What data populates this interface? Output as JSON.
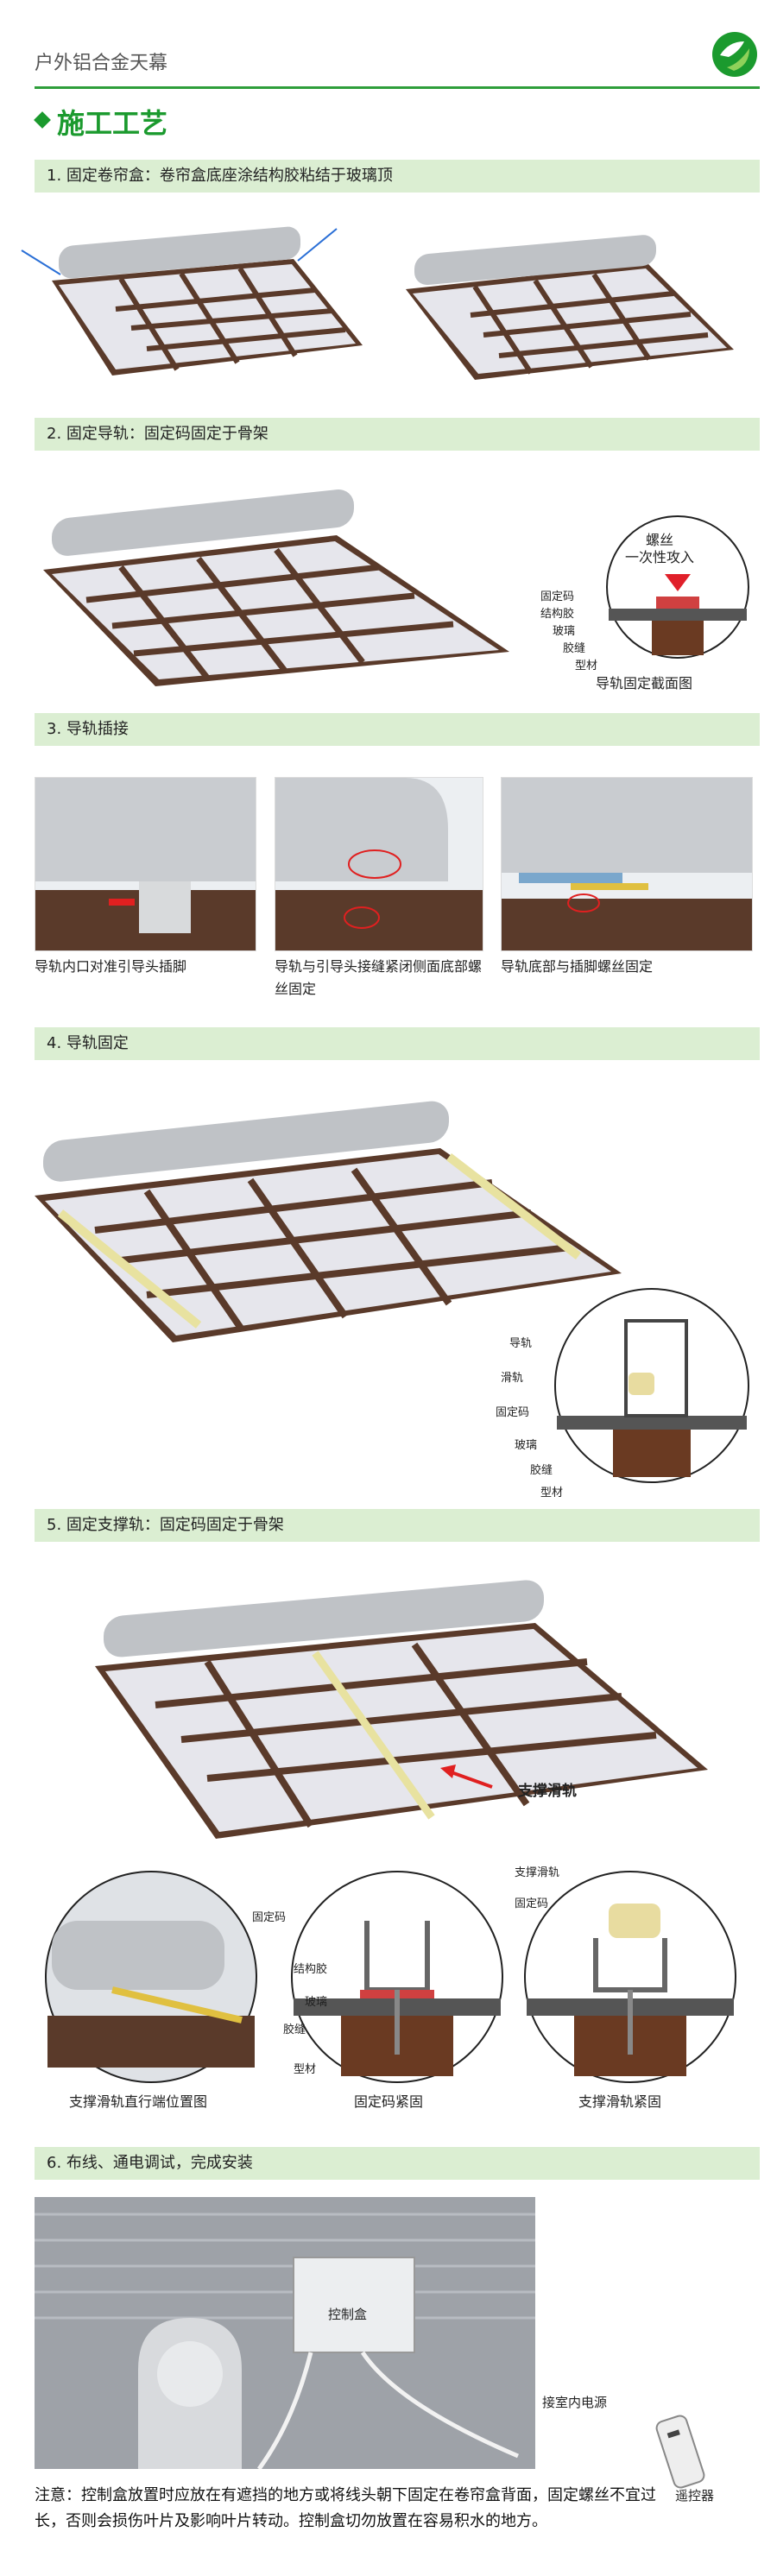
{
  "header": {
    "title": "户外铝合金天幕",
    "section_title": "施工工艺",
    "brand_color": "#1b9a2e",
    "logo_icon": "green-leaf-logo"
  },
  "steps": [
    {
      "label": "1. 固定卷帘盒：卷帘盒底座涂结构胶粘结于玻璃顶"
    },
    {
      "label": "2. 固定导轨：固定码固定于骨架"
    },
    {
      "label": "3. 导轨插接"
    },
    {
      "label": "4. 导轨固定"
    },
    {
      "label": "5. 固定支撑轨：固定码固定于骨架"
    },
    {
      "label": "6. 布线、通电调试，完成安装"
    }
  ],
  "step2": {
    "callout_top": "螺丝",
    "callout_sub": "一次性攻入",
    "labels": [
      "固定码",
      "结构胶",
      "玻璃",
      "胶缝",
      "型材"
    ],
    "caption": "导轨固定截面图"
  },
  "step3": {
    "captions": [
      "导轨内口对准引导头插脚",
      "导轨与引导头接缝紧闭侧面底部螺丝固定",
      "导轨底部与插脚螺丝固定"
    ]
  },
  "step4": {
    "labels": [
      "导轨",
      "滑轨",
      "固定码",
      "玻璃",
      "胶缝",
      "型材"
    ]
  },
  "step5": {
    "arrow_label": "支撑滑轨",
    "mid_labels": [
      "固定码",
      "结构胶",
      "玻璃",
      "胶缝",
      "型材"
    ],
    "right_labels": [
      "支撑滑轨",
      "固定码"
    ],
    "captions": [
      "支撑滑轨直行端位置图",
      "固定码紧固",
      "支撑滑轨紧固"
    ]
  },
  "step6": {
    "control_box": "控制盒",
    "power_label": "接室内电源",
    "remote_label": "遥控器"
  },
  "note": "注意：控制盒放置时应放在有遮挡的地方或将线头朝下固定在卷帘盒背面，固定螺丝不宜过长，否则会损伤叶片及影响叶片转动。控制盒切勿放置在容易积水的地方。"
}
